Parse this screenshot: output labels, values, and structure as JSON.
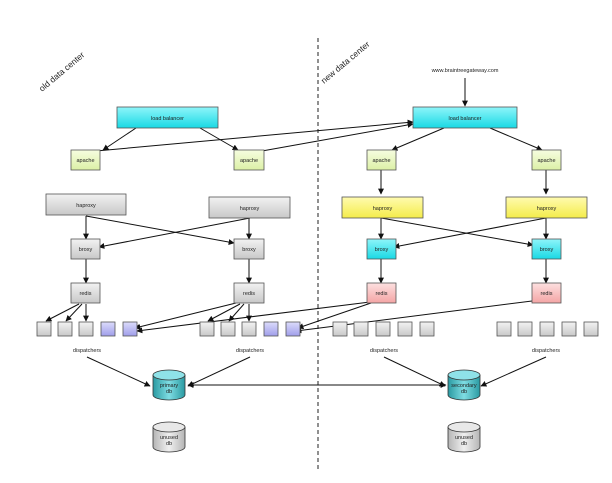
{
  "regions": {
    "old": "old data center",
    "new": "new data center"
  },
  "url": "www.braintreegateway.com",
  "load_balancer": "load balancer",
  "apache": "apache",
  "haproxy": "haproxy",
  "broxy": "broxy",
  "redis": "redis",
  "dispatchers": "dispatchers",
  "primary_db": [
    "primary",
    "db"
  ],
  "secondary_db": [
    "secondary",
    "db"
  ],
  "unused_db": [
    "unused",
    "db"
  ],
  "colors": {
    "load_balancer": "#33e6ee",
    "apache_fill": "#eaf7c2",
    "haproxy_old": "#d8d8d8",
    "haproxy_new": "#fbf57a",
    "broxy_old": "#dcdcdc",
    "broxy_new": "#3fe3ec",
    "redis_old": "#dcdcdc",
    "redis_new": "#f8b9b9",
    "dispatcher_fill": "#e3e3e3",
    "dispatcher_active": "#b6b4ee",
    "db_active": "#41b8c0",
    "db_unused": "#cfcfcf"
  }
}
